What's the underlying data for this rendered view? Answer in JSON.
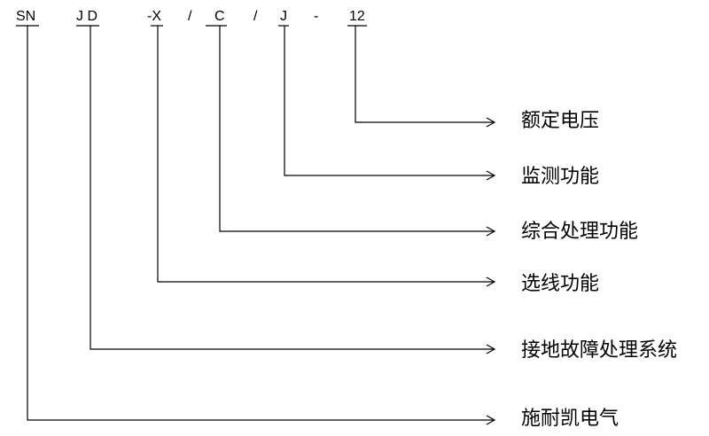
{
  "code_segments": [
    {
      "id": "sn",
      "text": "SN"
    },
    {
      "id": "jd",
      "text": "J D"
    },
    {
      "id": "x",
      "text": "-X"
    },
    {
      "id": "slash1",
      "text": "/"
    },
    {
      "id": "c",
      "text": "C"
    },
    {
      "id": "slash2",
      "text": "/"
    },
    {
      "id": "j",
      "text": "J"
    },
    {
      "id": "dash",
      "text": "-"
    },
    {
      "id": "v12",
      "text": "12"
    }
  ],
  "descriptions": [
    {
      "for": "v12",
      "text": "额定电压"
    },
    {
      "for": "j",
      "text": "监测功能"
    },
    {
      "for": "c",
      "text": "综合处理功能"
    },
    {
      "for": "x",
      "text": "选线功能"
    },
    {
      "for": "jd",
      "text": "接地故障处理系统"
    },
    {
      "for": "sn",
      "text": "施耐凯电气"
    }
  ],
  "colors": {
    "line": "#000000",
    "text": "#000000"
  }
}
